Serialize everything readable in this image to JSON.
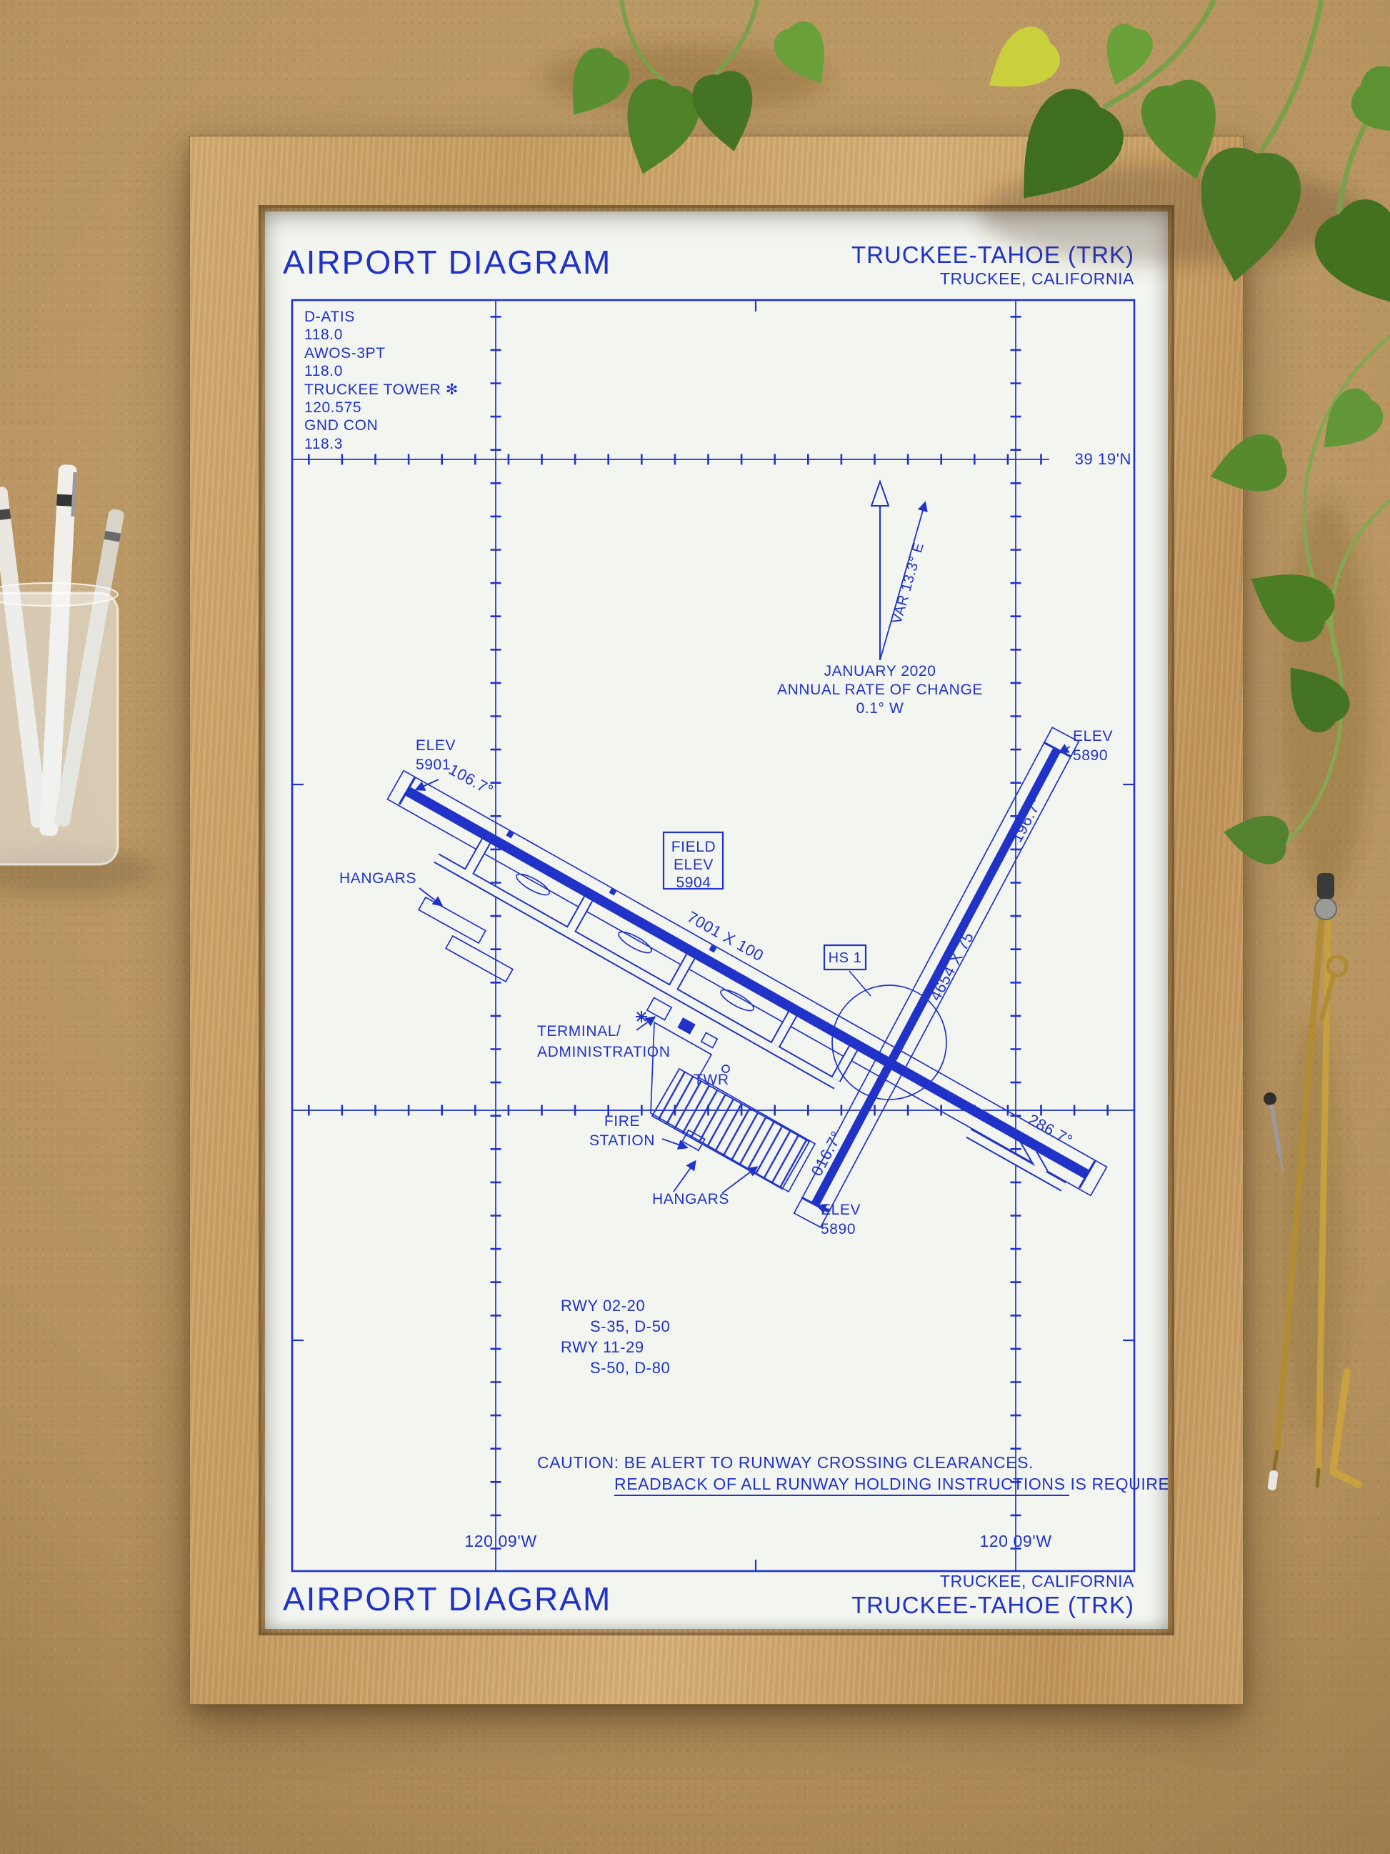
{
  "colors": {
    "ink": "#2032c8",
    "paper": "#f3f5f0",
    "frame_wood": "#c9a168",
    "desk": "#b6925f"
  },
  "header": {
    "title": "AIRPORT DIAGRAM",
    "airport": "TRUCKEE-TAHOE (TRK)",
    "city": "TRUCKEE, CALIFORNIA"
  },
  "footer": {
    "city": "TRUCKEE, CALIFORNIA",
    "airport": "TRUCKEE-TAHOE (TRK)",
    "title": "AIRPORT DIAGRAM"
  },
  "comms": {
    "l1": "D-ATIS",
    "l2": "118.0",
    "l3": "AWOS-3PT",
    "l4": "118.0",
    "l5": "TRUCKEE TOWER ✻",
    "l6": "120.575",
    "l7": "GND CON",
    "l8": "118.3"
  },
  "graticule": {
    "lat": "39 19'N",
    "lon_left": "120 09'W",
    "lon_right": "120 09'W"
  },
  "variation": {
    "var": "VAR 13.3° E",
    "date": "JANUARY 2020",
    "rate": "ANNUAL RATE OF CHANGE",
    "value": "0.1° W"
  },
  "field": {
    "l1": "FIELD",
    "l2": "ELEV",
    "l3": "5904"
  },
  "hotspot": "HS 1",
  "rwy_main": {
    "hdg_nw": "106.7°",
    "size": "7001 X 100",
    "hdg_se": "286.7°",
    "elev_nw_l1": "ELEV",
    "elev_nw_l2": "5901"
  },
  "rwy_cross": {
    "hdg_n": "196.7°",
    "size": "4654 X 75",
    "hdg_s": "016.7°",
    "elev_n_l1": "ELEV",
    "elev_n_l2": "5890",
    "elev_s_l1": "ELEV",
    "elev_s_l2": "5890"
  },
  "labels": {
    "hangars_nw": "HANGARS",
    "terminal_l1": "TERMINAL/",
    "terminal_l2": "ADMINISTRATION",
    "twr": "TWR",
    "fire_l1": "FIRE",
    "fire_l2": "STATION",
    "hangars_s": "HANGARS"
  },
  "rwy_data": {
    "l1": "RWY 02-20",
    "l2": "S-35, D-50",
    "l3": "RWY 11-29",
    "l4": "S-50, D-80"
  },
  "caution": {
    "l1": "CAUTION: BE ALERT TO RUNWAY CROSSING CLEARANCES.",
    "l2": "READBACK OF ALL RUNWAY HOLDING INSTRUCTIONS IS REQUIRED."
  }
}
